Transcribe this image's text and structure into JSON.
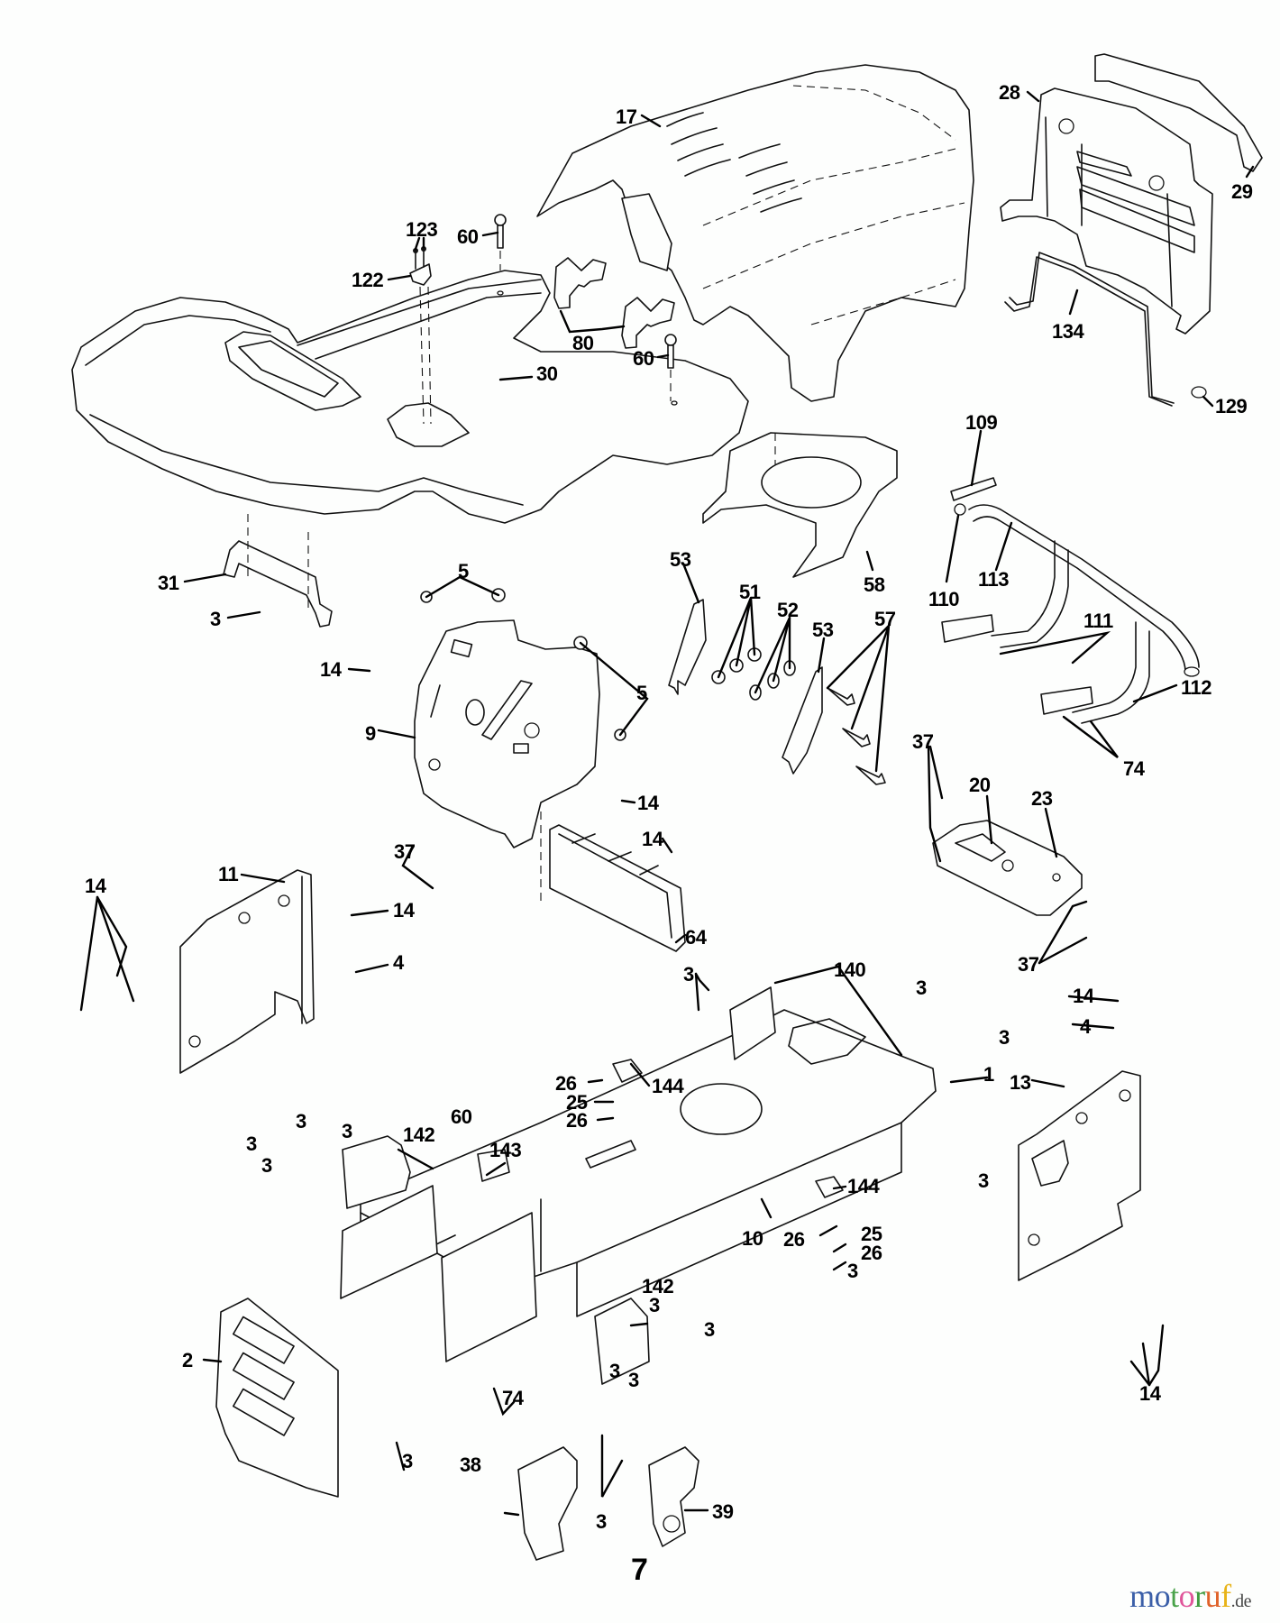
{
  "page": {
    "page_number": "7",
    "watermark": {
      "letters": [
        {
          "ch": "m",
          "color": "#3b5fa8"
        },
        {
          "ch": "o",
          "color": "#3b5fa8"
        },
        {
          "ch": "t",
          "color": "#4aa34a"
        },
        {
          "ch": "o",
          "color": "#e0559a"
        },
        {
          "ch": "r",
          "color": "#3f9a3f"
        },
        {
          "ch": "u",
          "color": "#e0622a"
        },
        {
          "ch": "f",
          "color": "#e8b318"
        }
      ],
      "suffix": ".de"
    }
  },
  "diagram": {
    "title": "Chassis & Enclosures exploded parts diagram",
    "callouts": [
      {
        "id": "c17",
        "label": "17"
      },
      {
        "id": "c28",
        "label": "28"
      },
      {
        "id": "c29",
        "label": "29"
      },
      {
        "id": "c123",
        "label": "123"
      },
      {
        "id": "c60a",
        "label": "60"
      },
      {
        "id": "c122",
        "label": "122"
      },
      {
        "id": "c80",
        "label": "80"
      },
      {
        "id": "c60b",
        "label": "60"
      },
      {
        "id": "c30",
        "label": "30"
      },
      {
        "id": "c134",
        "label": "134"
      },
      {
        "id": "c129",
        "label": "129"
      },
      {
        "id": "c109",
        "label": "109"
      },
      {
        "id": "c31",
        "label": "31"
      },
      {
        "id": "c3a",
        "label": "3"
      },
      {
        "id": "c5a",
        "label": "5"
      },
      {
        "id": "c53a",
        "label": "53"
      },
      {
        "id": "c58",
        "label": "58"
      },
      {
        "id": "c110",
        "label": "110"
      },
      {
        "id": "c113",
        "label": "113"
      },
      {
        "id": "c51",
        "label": "51"
      },
      {
        "id": "c52",
        "label": "52"
      },
      {
        "id": "c53b",
        "label": "53"
      },
      {
        "id": "c57",
        "label": "57"
      },
      {
        "id": "c111",
        "label": "111"
      },
      {
        "id": "c5b",
        "label": "5"
      },
      {
        "id": "c14a",
        "label": "14"
      },
      {
        "id": "c112",
        "label": "112"
      },
      {
        "id": "c9",
        "label": "9"
      },
      {
        "id": "c74a",
        "label": "74"
      },
      {
        "id": "c37a",
        "label": "37"
      },
      {
        "id": "c14b",
        "label": "14"
      },
      {
        "id": "c20",
        "label": "20"
      },
      {
        "id": "c23",
        "label": "23"
      },
      {
        "id": "c37b",
        "label": "37"
      },
      {
        "id": "c14c",
        "label": "14"
      },
      {
        "id": "c11",
        "label": "11"
      },
      {
        "id": "c14d",
        "label": "14"
      },
      {
        "id": "c14e",
        "label": "14"
      },
      {
        "id": "c4a",
        "label": "4"
      },
      {
        "id": "c64",
        "label": "64"
      },
      {
        "id": "c37c",
        "label": "37"
      },
      {
        "id": "c3b",
        "label": "3"
      },
      {
        "id": "c140",
        "label": "140"
      },
      {
        "id": "c3c",
        "label": "3"
      },
      {
        "id": "c14f",
        "label": "14"
      },
      {
        "id": "c4b",
        "label": "4"
      },
      {
        "id": "c3d",
        "label": "3"
      },
      {
        "id": "c1",
        "label": "1"
      },
      {
        "id": "c13",
        "label": "13"
      },
      {
        "id": "c144a",
        "label": "144"
      },
      {
        "id": "c26a",
        "label": "26"
      },
      {
        "id": "c25a",
        "label": "25"
      },
      {
        "id": "c26b",
        "label": "26"
      },
      {
        "id": "c3e",
        "label": "3"
      },
      {
        "id": "c3f",
        "label": "3"
      },
      {
        "id": "c60c",
        "label": "60"
      },
      {
        "id": "c142a",
        "label": "142"
      },
      {
        "id": "c3g",
        "label": "3"
      },
      {
        "id": "c3h",
        "label": "3"
      },
      {
        "id": "c143",
        "label": "143"
      },
      {
        "id": "c3i",
        "label": "3"
      },
      {
        "id": "c144b",
        "label": "144"
      },
      {
        "id": "c10",
        "label": "10"
      },
      {
        "id": "c26c",
        "label": "26"
      },
      {
        "id": "c25b",
        "label": "25"
      },
      {
        "id": "c26d",
        "label": "26"
      },
      {
        "id": "c142b",
        "label": "142"
      },
      {
        "id": "c3j",
        "label": "3"
      },
      {
        "id": "c3k",
        "label": "3"
      },
      {
        "id": "c3l",
        "label": "3"
      },
      {
        "id": "c3m",
        "label": "3"
      },
      {
        "id": "c2",
        "label": "2"
      },
      {
        "id": "c74b",
        "label": "74"
      },
      {
        "id": "c3n",
        "label": "3"
      },
      {
        "id": "c38",
        "label": "38"
      },
      {
        "id": "c3o",
        "label": "3"
      },
      {
        "id": "c39",
        "label": "39"
      },
      {
        "id": "c14g",
        "label": "14"
      },
      {
        "id": "c3p",
        "label": "3"
      }
    ]
  }
}
